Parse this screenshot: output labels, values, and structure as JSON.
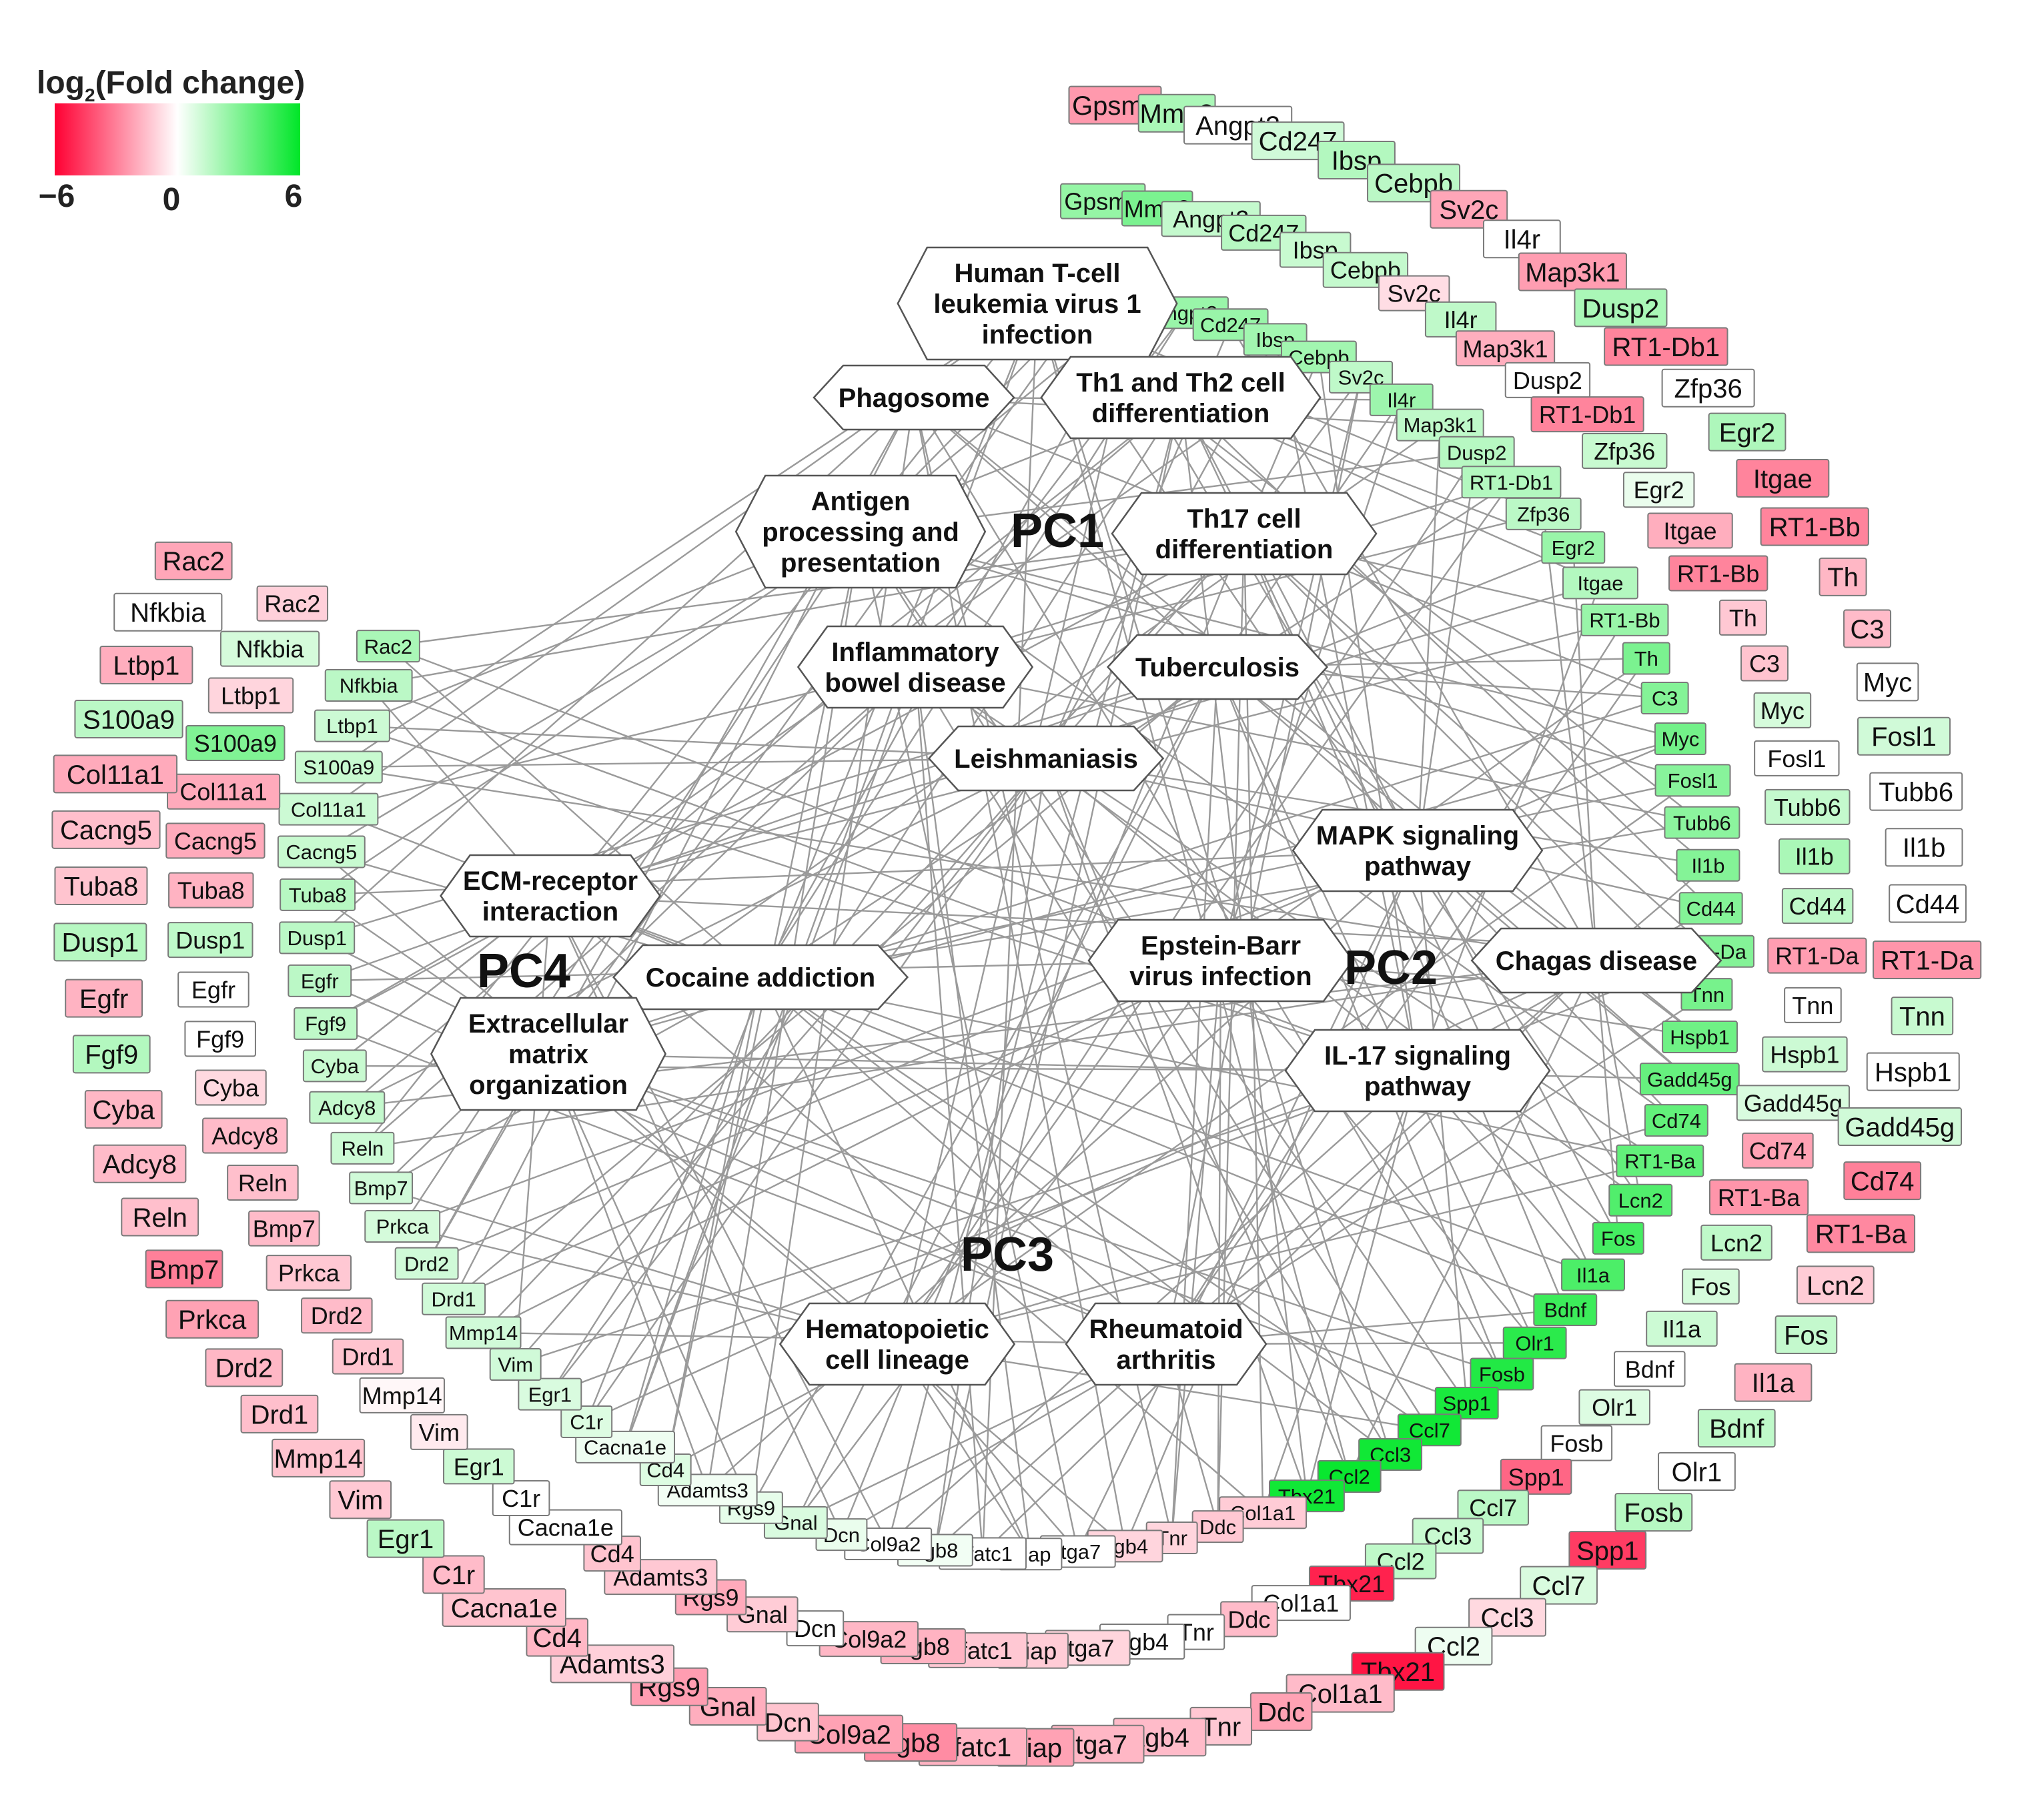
{
  "legend": {
    "title_main": "log",
    "title_sub": "2",
    "title_rest": "(Fold change)",
    "tick_min": "−6",
    "tick_mid": "0",
    "tick_max": "6",
    "color_low": "#ff0033",
    "color_mid": "#ffffff",
    "color_high": "#00e628"
  },
  "pc_labels": [
    "PC1",
    "PC2",
    "PC3",
    "PC4"
  ],
  "pathways": [
    [
      "Human T-cell",
      "leukemia virus 1",
      "infection"
    ],
    [
      "Phagosome"
    ],
    [
      "Th1 and Th2 cell",
      "differentiation"
    ],
    [
      "Antigen",
      "processing and",
      "presentation"
    ],
    [
      "Th17 cell",
      "differentiation"
    ],
    [
      "Inflammatory",
      "bowel disease"
    ],
    [
      "Tuberculosis"
    ],
    [
      "Leishmaniasis"
    ],
    [
      "MAPK signaling",
      "pathway"
    ],
    [
      "ECM-receptor",
      "interaction"
    ],
    [
      "Cocaine addiction"
    ],
    [
      "Epstein-Barr",
      "virus infection"
    ],
    [
      "Chagas disease"
    ],
    [
      "Extracellular",
      "matrix",
      "organization"
    ],
    [
      "IL-17 signaling",
      "pathway"
    ],
    [
      "Hematopoietic",
      "cell lineage"
    ],
    [
      "Rheumatoid",
      "arthritis"
    ]
  ],
  "genes": [
    [
      "Gpsm1",
      4.4
    ],
    [
      "Gpsm1",
      2.5
    ],
    [
      "Gpsm1",
      -2.4
    ],
    [
      "Mmp8",
      5.8
    ],
    [
      "Mmp8",
      3.1
    ],
    [
      "Mmp8",
      2.0
    ],
    [
      "Angpt2",
      2.4
    ],
    [
      "Angpt2",
      1.4
    ],
    [
      "Angpt2",
      0
    ],
    [
      "Cd247",
      2.4
    ],
    [
      "Cd247",
      1.7
    ],
    [
      "Cd247",
      1.1
    ],
    [
      "Ibsp",
      2.2
    ],
    [
      "Ibsp",
      1.3
    ],
    [
      "Ibsp",
      1.8
    ],
    [
      "Cebpb",
      2.2
    ],
    [
      "Cebpb",
      1.4
    ],
    [
      "Cebpb",
      1.6
    ],
    [
      "Sv2c",
      1.5
    ],
    [
      "Sv2c",
      -0.8
    ],
    [
      "Sv2c",
      -2.1
    ],
    [
      "Il4r",
      2.3
    ],
    [
      "Il4r",
      1.5
    ],
    [
      "Il4r",
      0
    ],
    [
      "Map3k1",
      1.5
    ],
    [
      "Map3k1",
      -1.9
    ],
    [
      "Map3k1",
      -2.3
    ],
    [
      "Dusp2",
      1.7
    ],
    [
      "Dusp2",
      0
    ],
    [
      "Dusp2",
      2.0
    ],
    [
      "RT1-Db1",
      1.8
    ],
    [
      "RT1-Db1",
      -2.9
    ],
    [
      "RT1-Db1",
      -2.9
    ],
    [
      "Zfp36",
      1.6
    ],
    [
      "Zfp36",
      1.3
    ],
    [
      "Zfp36",
      0
    ],
    [
      "Egr2",
      2.4
    ],
    [
      "Egr2",
      0.5
    ],
    [
      "Egr2",
      1.9
    ],
    [
      "Itgae",
      1.8
    ],
    [
      "Itgae",
      -1.9
    ],
    [
      "Itgae",
      -2.9
    ],
    [
      "RT1-Bb",
      2.4
    ],
    [
      "RT1-Bb",
      -2.9
    ],
    [
      "RT1-Bb",
      -2.9
    ],
    [
      "Th",
      3.1
    ],
    [
      "Th",
      -1.3
    ],
    [
      "Th",
      -1.7
    ],
    [
      "C3",
      2.9
    ],
    [
      "C3",
      -1.4
    ],
    [
      "C3",
      -1.6
    ],
    [
      "Myc",
      3.3
    ],
    [
      "Myc",
      1.0
    ],
    [
      "Myc",
      0
    ],
    [
      "Fosl1",
      2.8
    ],
    [
      "Fosl1",
      0
    ],
    [
      "Fosl1",
      1.1
    ],
    [
      "Tubb6",
      2.7
    ],
    [
      "Tubb6",
      1.4
    ],
    [
      "Tubb6",
      0
    ],
    [
      "Il1b",
      2.9
    ],
    [
      "Il1b",
      2.0
    ],
    [
      "Il1b",
      0
    ],
    [
      "Cd44",
      2.9
    ],
    [
      "Cd44",
      1.5
    ],
    [
      "Cd44",
      0
    ],
    [
      "RT1-Da",
      2.9
    ],
    [
      "RT1-Da",
      -2.3
    ],
    [
      "RT1-Da",
      -2.5
    ],
    [
      "Tnn",
      3.2
    ],
    [
      "Tnn",
      0
    ],
    [
      "Tnn",
      1.3
    ],
    [
      "Hspb1",
      3.4
    ],
    [
      "Hspb1",
      1.2
    ],
    [
      "Hspb1",
      0
    ],
    [
      "Gadd45g",
      3.6
    ],
    [
      "Gadd45g",
      0.9
    ],
    [
      "Gadd45g",
      1.1
    ],
    [
      "Cd74",
      3.7
    ],
    [
      "Cd74",
      -2.2
    ],
    [
      "Cd74",
      -3.0
    ],
    [
      "RT1-Ba",
      3.7
    ],
    [
      "RT1-Ba",
      -2.5
    ],
    [
      "RT1-Ba",
      -2.8
    ],
    [
      "Lcn2",
      4.1
    ],
    [
      "Lcn2",
      1.5
    ],
    [
      "Lcn2",
      -1.2
    ],
    [
      "Fos",
      4.4
    ],
    [
      "Fos",
      1.0
    ],
    [
      "Fos",
      1.4
    ],
    [
      "Il1a",
      4.2
    ],
    [
      "Il1a",
      1.2
    ],
    [
      "Il1a",
      -1.8
    ],
    [
      "Bdnf",
      4.6
    ],
    [
      "Bdnf",
      0
    ],
    [
      "Bdnf",
      1.5
    ],
    [
      "Olr1",
      5.0
    ],
    [
      "Olr1",
      0.8
    ],
    [
      "Olr1",
      0
    ],
    [
      "Fosb",
      5.2
    ],
    [
      "Fosb",
      0
    ],
    [
      "Fosb",
      1.7
    ],
    [
      "Spp1",
      5.4
    ],
    [
      "Spp1",
      -3.6
    ],
    [
      "Spp1",
      -4.6
    ],
    [
      "Ccl7",
      5.6
    ],
    [
      "Ccl7",
      1.6
    ],
    [
      "Ccl7",
      0.9
    ],
    [
      "Ccl3",
      5.6
    ],
    [
      "Ccl3",
      1.3
    ],
    [
      "Ccl3",
      -0.9
    ],
    [
      "Ccl2",
      5.8
    ],
    [
      "Ccl2",
      1.5
    ],
    [
      "Ccl2",
      0.4
    ],
    [
      "Tbx21",
      5.6
    ],
    [
      "Tbx21",
      -5.2
    ],
    [
      "Tbx21",
      -5.5
    ],
    [
      "Col1a1",
      -1.2
    ],
    [
      "Col1a1",
      0
    ],
    [
      "Col1a1",
      -1.6
    ],
    [
      "Ddc",
      -1.3
    ],
    [
      "Ddc",
      -1.6
    ],
    [
      "Ddc",
      -2.2
    ],
    [
      "Tnr",
      -1.0
    ],
    [
      "Tnr",
      0
    ],
    [
      "Tnr",
      -1.3
    ],
    [
      "Itgb4",
      -1.0
    ],
    [
      "Itgb4",
      0
    ],
    [
      "Itgb4",
      -1.6
    ],
    [
      "Itga7",
      0
    ],
    [
      "Itga7",
      -1.0
    ],
    [
      "Itga7",
      -1.7
    ],
    [
      "Xiap",
      0
    ],
    [
      "Xiap",
      -1.2
    ],
    [
      "Xiap",
      -2.2
    ],
    [
      "Nfatc1",
      0
    ],
    [
      "Nfatc1",
      -1.3
    ],
    [
      "Nfatc1",
      -1.8
    ],
    [
      "Itgb8",
      0.3
    ],
    [
      "Itgb8",
      -1.8
    ],
    [
      "Itgb8",
      -2.7
    ],
    [
      "Col9a2",
      0
    ],
    [
      "Col9a2",
      -1.7
    ],
    [
      "Col9a2",
      -2.2
    ],
    [
      "Dcn",
      0.5
    ],
    [
      "Dcn",
      0
    ],
    [
      "Dcn",
      -1.4
    ],
    [
      "Gnal",
      0.9
    ],
    [
      "Gnal",
      -1.2
    ],
    [
      "Gnal",
      -1.9
    ],
    [
      "Rgs9",
      0.6
    ],
    [
      "Rgs9",
      -2.0
    ],
    [
      "Rgs9",
      -2.3
    ],
    [
      "Adamts3",
      0.3
    ],
    [
      "Adamts3",
      -1.3
    ],
    [
      "Adamts3",
      -1.1
    ],
    [
      "Cd4",
      0.8
    ],
    [
      "Cd4",
      -1.4
    ],
    [
      "Cd4",
      -1.7
    ],
    [
      "Cacna1e",
      0.4
    ],
    [
      "Cacna1e",
      0
    ],
    [
      "Cacna1e",
      -1.4
    ],
    [
      "C1r",
      0.8
    ],
    [
      "C1r",
      0
    ],
    [
      "C1r",
      -1.6
    ],
    [
      "Egr1",
      0.9
    ],
    [
      "Egr1",
      1.2
    ],
    [
      "Egr1",
      1.6
    ],
    [
      "Vim",
      1.1
    ],
    [
      "Vim",
      -0.5
    ],
    [
      "Vim",
      -1.3
    ],
    [
      "Mmp14",
      1.1
    ],
    [
      "Mmp14",
      -0.2
    ],
    [
      "Mmp14",
      -1.4
    ],
    [
      "Drd1",
      1.1
    ],
    [
      "Drd1",
      -1.4
    ],
    [
      "Drd1",
      -1.5
    ],
    [
      "Drd2",
      1.1
    ],
    [
      "Drd2",
      -1.6
    ],
    [
      "Drd2",
      -1.7
    ],
    [
      "Prkca",
      1.0
    ],
    [
      "Prkca",
      -1.3
    ],
    [
      "Prkca",
      -2.2
    ],
    [
      "Bmp7",
      1.1
    ],
    [
      "Bmp7",
      -1.6
    ],
    [
      "Bmp7",
      -3.0
    ],
    [
      "Reln",
      1.2
    ],
    [
      "Reln",
      -1.5
    ],
    [
      "Reln",
      -1.5
    ],
    [
      "Adcy8",
      1.4
    ],
    [
      "Adcy8",
      -1.6
    ],
    [
      "Adcy8",
      -1.6
    ],
    [
      "Cyba",
      1.3
    ],
    [
      "Cyba",
      -0.9
    ],
    [
      "Cyba",
      -1.7
    ],
    [
      "Fgf9",
      1.5
    ],
    [
      "Fgf9",
      0
    ],
    [
      "Fgf9",
      1.8
    ],
    [
      "Egfr",
      1.6
    ],
    [
      "Egfr",
      0
    ],
    [
      "Egfr",
      -1.8
    ],
    [
      "Dusp1",
      1.6
    ],
    [
      "Dusp1",
      1.5
    ],
    [
      "Dusp1",
      1.7
    ],
    [
      "Tuba8",
      1.7
    ],
    [
      "Tuba8",
      -1.8
    ],
    [
      "Tuba8",
      -1.4
    ],
    [
      "Cacng5",
      1.3
    ],
    [
      "Cacng5",
      -2.0
    ],
    [
      "Cacng5",
      -1.5
    ],
    [
      "Col11a1",
      1.2
    ],
    [
      "Col11a1",
      -2.0
    ],
    [
      "Col11a1",
      -2.0
    ],
    [
      "S100a9",
      1.3
    ],
    [
      "S100a9",
      3.0
    ],
    [
      "S100a9",
      1.6
    ],
    [
      "Ltbp1",
      1.2
    ],
    [
      "Ltbp1",
      -1.0
    ],
    [
      "Ltbp1",
      -1.9
    ],
    [
      "Nfkbia",
      1.6
    ],
    [
      "Nfkbia",
      1.0
    ],
    [
      "Nfkbia",
      0
    ],
    [
      "Rac2",
      2.0
    ],
    [
      "Rac2",
      -1.1
    ],
    [
      "Rac2",
      -2.1
    ]
  ]
}
